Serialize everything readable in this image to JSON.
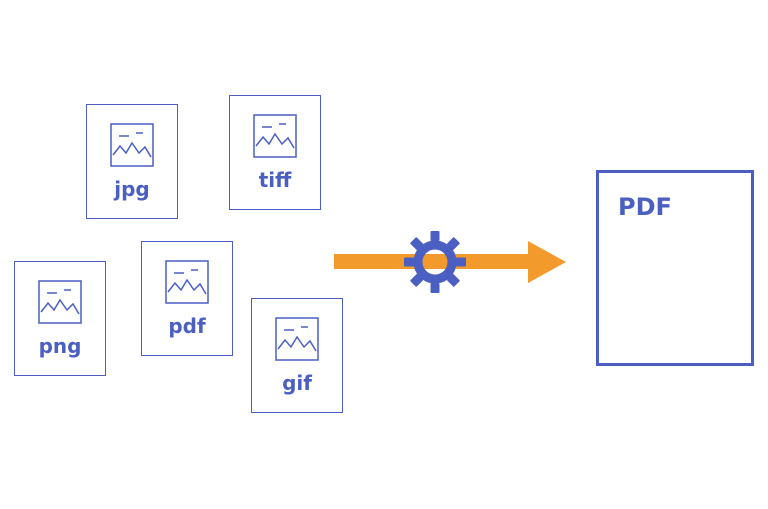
{
  "colors": {
    "primary": "#4a5fc1",
    "arrow": "#f39a2c",
    "background": "#ffffff"
  },
  "input_files": [
    {
      "label": "jpg",
      "icon": "image-icon"
    },
    {
      "label": "tiff",
      "icon": "image-icon"
    },
    {
      "label": "png",
      "icon": "image-icon"
    },
    {
      "label": "pdf",
      "icon": "image-icon"
    },
    {
      "label": "gif",
      "icon": "image-icon"
    }
  ],
  "converter": {
    "icon": "gear-icon",
    "arrow_icon": "arrow-right-icon"
  },
  "output": {
    "label": "PDF"
  }
}
